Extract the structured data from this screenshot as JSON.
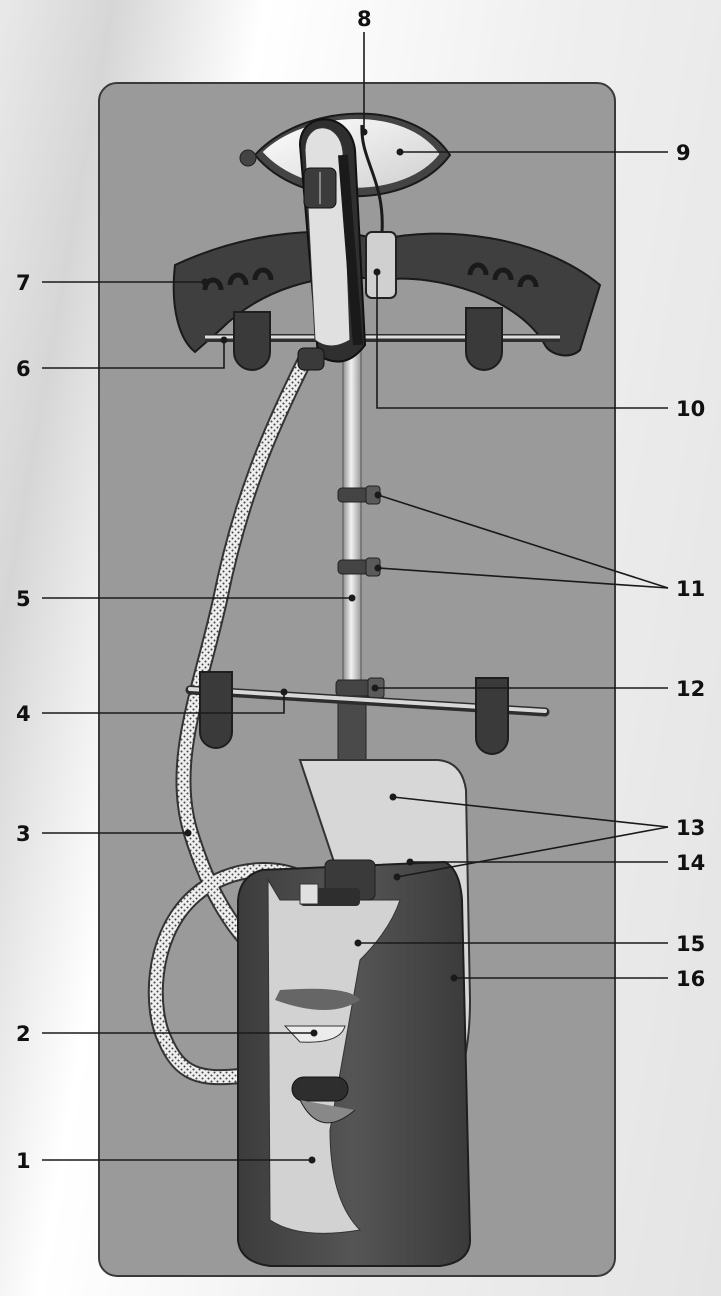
{
  "callouts": [
    {
      "id": 1,
      "label": "1"
    },
    {
      "id": 2,
      "label": "2"
    },
    {
      "id": 3,
      "label": "3"
    },
    {
      "id": 4,
      "label": "4"
    },
    {
      "id": 5,
      "label": "5"
    },
    {
      "id": 6,
      "label": "6"
    },
    {
      "id": 7,
      "label": "7"
    },
    {
      "id": 8,
      "label": "8"
    },
    {
      "id": 9,
      "label": "9"
    },
    {
      "id": 10,
      "label": "10"
    },
    {
      "id": 11,
      "label": "11"
    },
    {
      "id": 12,
      "label": "12"
    },
    {
      "id": 13,
      "label": "13"
    },
    {
      "id": 14,
      "label": "14"
    },
    {
      "id": 15,
      "label": "15"
    },
    {
      "id": 16,
      "label": "16"
    }
  ],
  "colors": {
    "panel": "#9a9a9a",
    "panel_border": "#3a3a3a",
    "dark_plastic": "#444444",
    "light_plastic": "#d8d8d8",
    "metal": "#cfcfcf"
  }
}
